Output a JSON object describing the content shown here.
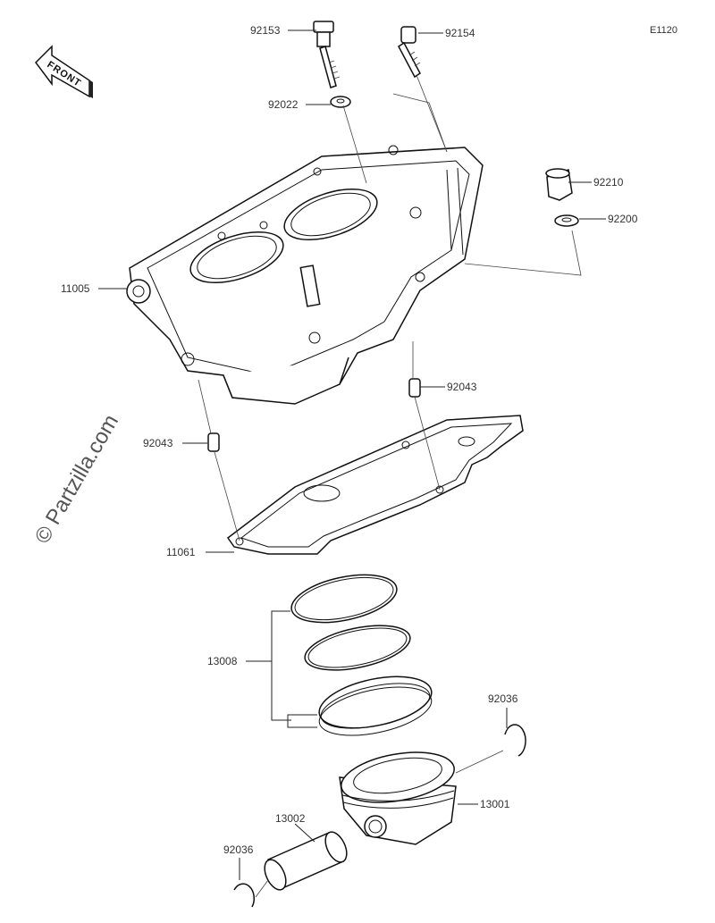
{
  "diagram_code": "E1120",
  "front_label": "FRONT",
  "watermark": "© Partzilla.com",
  "parts": [
    {
      "number": "92153"
    },
    {
      "number": "92154"
    },
    {
      "number": "92022"
    },
    {
      "number": "92210"
    },
    {
      "number": "92200"
    },
    {
      "number": "11005"
    },
    {
      "number": "92043"
    },
    {
      "number": "92043"
    },
    {
      "number": "11061"
    },
    {
      "number": "13008"
    },
    {
      "number": "92036"
    },
    {
      "number": "13001"
    },
    {
      "number": "13002"
    },
    {
      "number": "92036"
    }
  ]
}
